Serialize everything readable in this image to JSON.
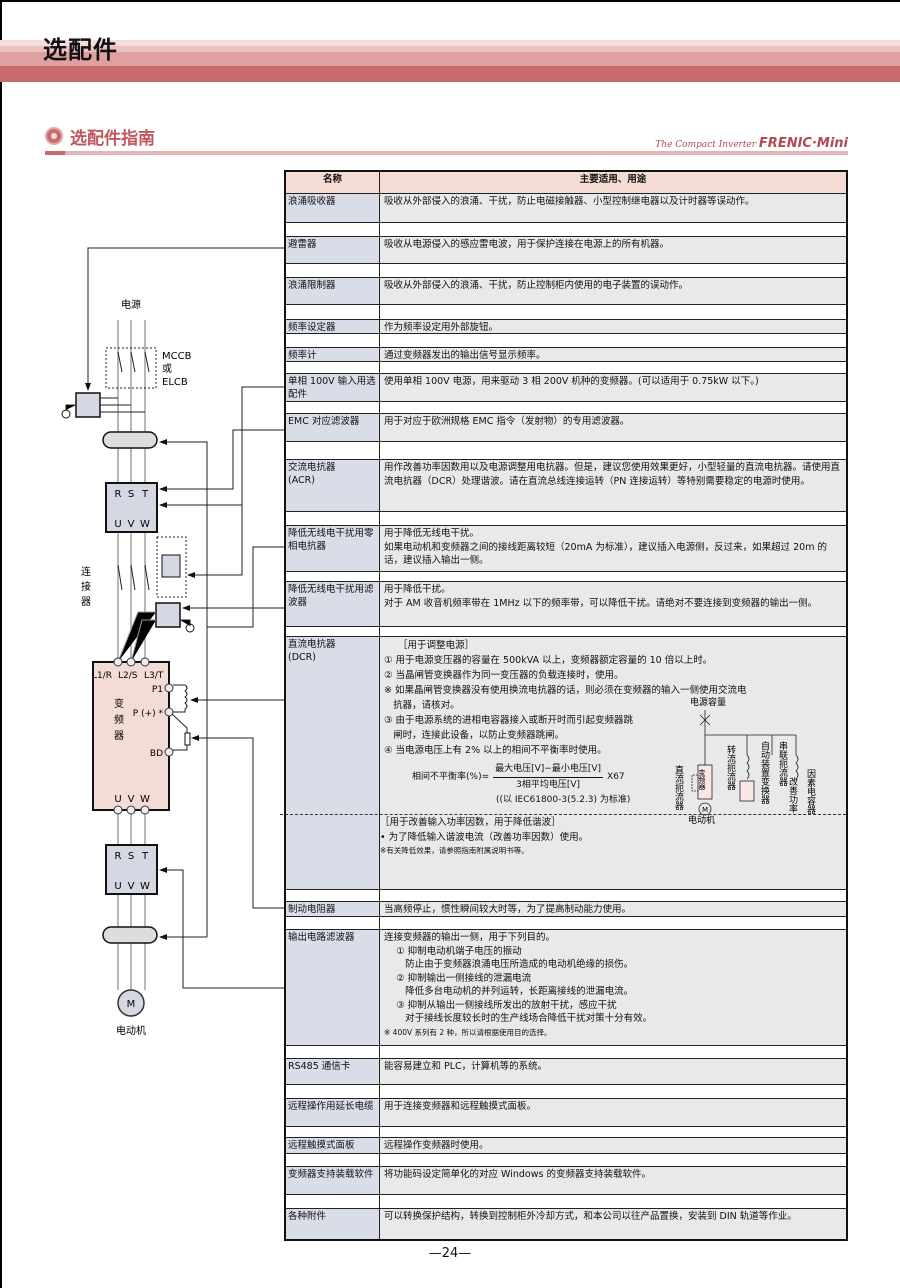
{
  "page": {
    "title": "选配件",
    "section_title": "选配件指南",
    "brand_small": "The Compact Inverter ",
    "brand_big": "FRENIC·Mini",
    "page_number": "—24—"
  },
  "colors": {
    "band_dark": "#c8696d",
    "band_mid": "#dfa0a0",
    "band_light": "#f1d4d2",
    "name_cell": "#d9dde8",
    "desc_cell": "#e9e9e9",
    "header": "#f4dcd4",
    "inverter": "#f4dcd6"
  },
  "table": {
    "headers": [
      "名称",
      "主要适用、用途"
    ],
    "rows": [
      {
        "name": "浪涌吸收器",
        "desc": "吸收从外部侵入的浪涌、干扰，防止电磁接触器、小型控制继电器以及计时器等误动作。"
      },
      {
        "name": "避雷器",
        "desc": "吸收从电源侵入的感应雷电波，用于保护连接在电源上的所有机器。"
      },
      {
        "name": "浪涌限制器",
        "desc": "吸收从外部侵入的浪涌、干扰，防止控制柜内使用的电子装置的误动作。"
      },
      {
        "name": "频率设定器",
        "desc": "作为频率设定用外部旋钮。"
      },
      {
        "name": "频率计",
        "desc": "通过变频器发出的输出信号显示频率。"
      },
      {
        "name": "单相 100V 输入用选配件",
        "desc": "使用单相 100V 电源，用来驱动 3 相 200V 机种的变频器。(可以适用于 0.75kW 以下。)"
      },
      {
        "name": "EMC 对应滤波器",
        "desc": "用于对应于欧洲规格 EMC 指令（发射物）的专用滤波器。"
      },
      {
        "name": "交流电抗器\n(ACR)",
        "desc": "用作改善功率因数用以及电源调整用电抗器。但是，建议您使用效果更好，小型轻量的直流电抗器。请使用直流电抗器（DCR）处理谐波。请在直流总线连接运转（PN 连接运转）等特别需要稳定的电源时使用。"
      },
      {
        "name": "降低无线电干扰用零相电抗器",
        "desc": "用于降低无线电干扰。\n如果电动机和变频器之间的接线距离较短（20mA 为标准），建议插入电源侧，反过来，如果超过 20m 的话，建议插入输出一侧。"
      },
      {
        "name": "降低无线电干扰用滤波器",
        "desc": "用于降低干扰。\n对于 AM 收音机频率带在 1MHz 以下的频率带，可以降低干扰。请绝对不要连接到变频器的输出一侧。"
      },
      {
        "name": "直流电抗器\n(DCR)",
        "dcr": {
          "heading1": "［用于调整电源］",
          "items": [
            "① 用于电源变压器的容量在 500kVA 以上，变频器额定容量的 10 倍以上时。",
            "② 当晶闸管变换器作为同一变压器的负载连接时，使用。",
            "※ 如果晶闸管变换器没有使用换流电抗器的话，则必须在变频器的输入一侧使用交流电\n   抗器，请核对。",
            "③ 由于电源系统的进相电容器接入或断开时而引起变频器跳\n   闸时，连接此设备，以防止变频器跳闸。",
            "④ 当电源电压上有 2% 以上的相间不平衡率时使用。"
          ],
          "formula_label": "相间不平衡率(%)=",
          "formula_num": "最大电压[V]−最小电压[V]",
          "formula_den": "3相平均电压[V]",
          "formula_factor": "X67",
          "formula_note": "((以 IEC61800-3(5.2.3) 为标准)",
          "mini_diagram": {
            "top": "电源容量",
            "dc_reactor": "直流扼流器",
            "inverter": "变频器",
            "motor_symbol": "M",
            "motor": "电动机",
            "converter_reactor": "转流扼流器",
            "auto_converter": "自动装置变换器",
            "series_reactor": "串联扼流器",
            "pf_capacitor": "改善功率",
            "capacitor": "因素电容器"
          },
          "heading2": "［用于改善输入功率因数，用于降低谐波］",
          "bullet": "• 为了降低输入谐波电流（改善功率因数）使用。",
          "note": "※有关降低效果，请参照指南附属说明书等。"
        }
      },
      {
        "name": "制动电阻器",
        "desc": "当高频停止，惯性瞬间较大时等，为了提高制动能力使用。"
      },
      {
        "name": "输出电路滤波器",
        "desc": "连接变频器的输出一侧，用于下列目的。\n    ① 抑制电动机端子电压的振动\n       防止由于变频器浪涌电压所造成的电动机绝缘的损伤。\n    ② 抑制输出一侧接线的泄漏电流\n       降低多台电动机的并列运转，长距离接线的泄漏电流。\n    ③ 抑制从输出一侧接线所发出的放射干扰，感应干扰\n       对于接线长度较长时的生产线场合降低干扰对策十分有效。",
        "note": "※ 400V 系列有 2 种，所以请根据使用目的选择。"
      },
      {
        "name": "RS485 通信卡",
        "desc": "能容易建立和 PLC，计算机等的系统。"
      },
      {
        "name": "远程操作用延长电缆",
        "desc": "用于连接变频器和远程触摸式面板。"
      },
      {
        "name": "远程触摸式面板",
        "desc": "远程操作变频器时使用。"
      },
      {
        "name": "变频器支持装载软件",
        "desc": "将功能码设定简单化的对应 Windows 的变频器支持装载软件。"
      },
      {
        "name": "各种附件",
        "desc": "可以转换保护结构，转换到控制柜外冷却方式，和本公司以往产品置换，安装到 DIN 轨道等作业。"
      }
    ]
  },
  "diagram": {
    "power": "电源",
    "mccb": "MCCB",
    "or": "或",
    "elcb": "ELCB",
    "rst": [
      "R",
      "S",
      "T"
    ],
    "uvw": [
      "U",
      "V",
      "W"
    ],
    "contactor": [
      "连",
      "接",
      "器"
    ],
    "inv_in": [
      "L1/R",
      "L2/S",
      "L3/T"
    ],
    "p1": "P1",
    "pplus": "P (+) *",
    "bd": "BD",
    "inverter": [
      "变",
      "频",
      "器"
    ],
    "motor_symbol": "M",
    "motor": "电动机"
  }
}
